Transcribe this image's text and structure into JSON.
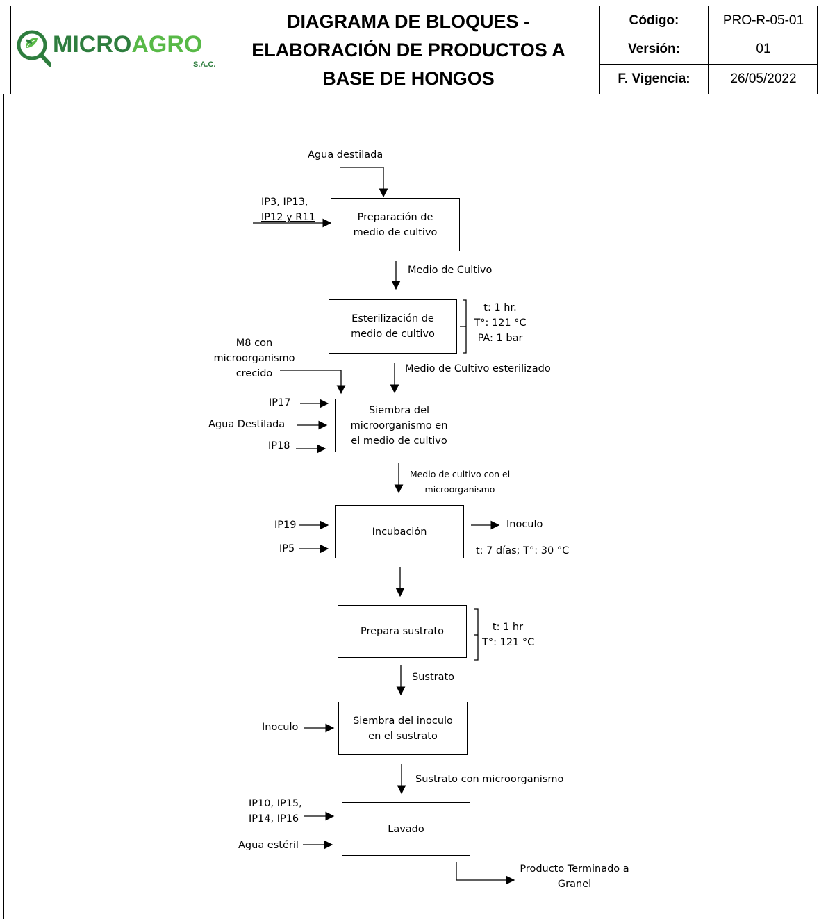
{
  "header": {
    "logo_text": "MICROAGRO",
    "logo_sub": "S.A.C.",
    "title_lines": [
      "DIAGRAMA DE BLOQUES -",
      "ELABORACIÓN DE PRODUCTOS A",
      "BASE DE HONGOS"
    ],
    "codigo_label": "Código:",
    "codigo_value": "PRO-R-05-01",
    "version_label": "Versión:",
    "version_value": "01",
    "vigencia_label": "F. Vigencia:",
    "vigencia_value": "26/05/2022"
  },
  "colors": {
    "brand_dark": "#2e7d3e",
    "brand_light": "#58b947"
  },
  "diagram": {
    "blocks": [
      [
        "Preparación de",
        "medio de cultivo"
      ],
      [
        "Esterilización de",
        "medio de cultivo"
      ],
      [
        "Siembra del",
        "microorganismo en",
        "el medio de cultivo"
      ],
      [
        "Incubación"
      ],
      [
        "Prepara sustrato"
      ],
      [
        "Siembra del inoculo",
        "en el sustrato"
      ],
      [
        "Lavado"
      ]
    ],
    "flows": {
      "medio_cultivo": "Medio de Cultivo",
      "medio_esterilizado": "Medio de Cultivo esterilizado",
      "medio_con_micro": [
        "Medio de cultivo con el",
        "microorganismo"
      ],
      "sustrato": "Sustrato",
      "sustrato_micro": "Sustrato con microorganismo",
      "producto": [
        "Producto Terminado a",
        "Granel"
      ],
      "inoculo_out": "Inoculo"
    },
    "inputs": {
      "agua_destilada": "Agua destilada",
      "ip3": [
        "IP3, IP13,",
        "IP12 y R11"
      ],
      "m8": [
        "M8 con",
        "microorganismo",
        "crecido"
      ],
      "ip17": "IP17",
      "agua_destilada2": "Agua Destilada",
      "ip18": "IP18",
      "ip19": "IP19",
      "ip5": "IP5",
      "inoculo_in": "Inoculo",
      "ip10": [
        "IP10, IP15,",
        "IP14, IP16"
      ],
      "agua_esteril": "Agua estéril"
    },
    "conditions": {
      "esterilizacion": [
        "t: 1 hr.",
        "T°: 121 °C",
        "PA: 1 bar"
      ],
      "incubacion": "t: 7 días; T°: 30 °C",
      "sustrato": [
        "t: 1 hr",
        "T°: 121 °C"
      ]
    }
  }
}
